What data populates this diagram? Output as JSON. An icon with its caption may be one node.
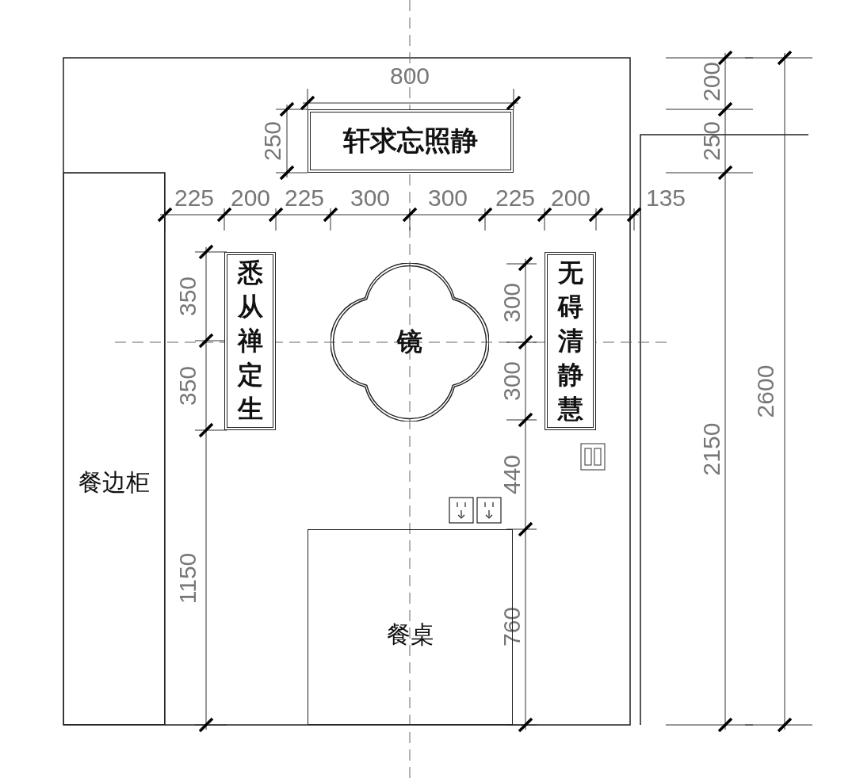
{
  "diagram": {
    "nodes": [
      {
        "text": [
          "轩求忘照静"
        ]
      },
      {
        "text": [
          "悉从禅定生"
        ]
      },
      {
        "text": [
          "镜"
        ]
      },
      {
        "text": [
          "无碍清静慧"
        ]
      },
      {
        "text": [
          "餐边柜"
        ]
      },
      {
        "text": [
          "餐桌"
        ]
      }
    ],
    "labels": [
      "800",
      "200",
      "250",
      "250",
      "225",
      "200",
      "225",
      "300",
      "300",
      "225",
      "200",
      "135",
      "350",
      "300",
      "350",
      "300",
      "440",
      "2150",
      "2600",
      "1150",
      "760"
    ]
  }
}
